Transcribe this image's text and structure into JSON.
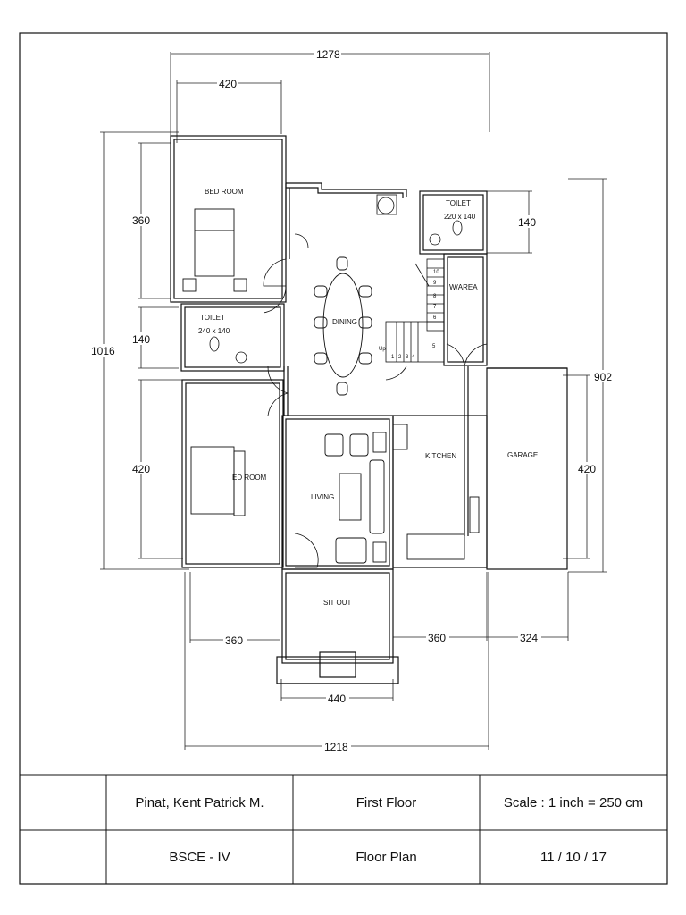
{
  "plan": {
    "rooms": {
      "bedroom_top": "BED ROOM",
      "bedroom_bottom": "ED ROOM",
      "toilet_left": "TOILET",
      "toilet_left_size": "240 x 140",
      "toilet_right": "TOILET",
      "toilet_right_size": "220 x 140",
      "dining": "DINING",
      "warea": "W/AREA",
      "kitchen": "KITCHEN",
      "garage": "GARAGE",
      "living": "LIVING",
      "sitout": "SIT OUT"
    },
    "stairs": {
      "up": "Up",
      "steps": [
        "1",
        "2",
        "3",
        "4",
        "5",
        "6",
        "7",
        "8",
        "9",
        "10"
      ]
    },
    "dimensions": {
      "top_overall": "1278",
      "top_bedroom": "420",
      "left_overall": "1016",
      "left_bedroom_top": "360",
      "left_toilet": "140",
      "left_bedroom_bottom": "420",
      "right_toilet": "140",
      "right_overall": "902",
      "right_garage": "420",
      "bottom_left": "360",
      "bottom_mid": "360",
      "bottom_right": "324",
      "sitout_width": "440",
      "bottom_overall": "1218"
    }
  },
  "title_block": {
    "name": "Pinat, Kent Patrick M.",
    "course": "BSCE - IV",
    "floor": "First Floor",
    "drawing": "Floor Plan",
    "scale": "Scale : 1 inch = 250 cm",
    "date": "11 / 10 / 17"
  }
}
